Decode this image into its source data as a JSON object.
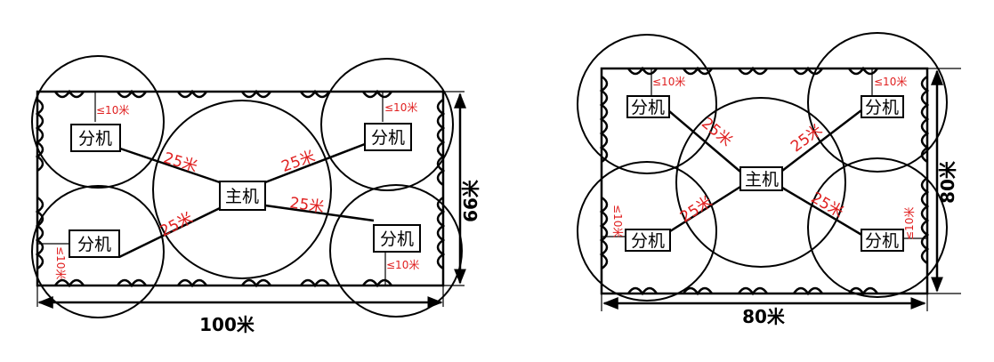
{
  "colors": {
    "line": "#000000",
    "label_red": "#e02020",
    "background": "#ffffff"
  },
  "left": {
    "host": "主机",
    "slave": "分机",
    "distance": "25米",
    "limit": "≤10米",
    "width_label": "100米",
    "height_label": "66米"
  },
  "right": {
    "host": "主机",
    "slave": "分机",
    "distance": "25米",
    "limit": "≤10米",
    "width_label": "80米",
    "height_label": "80米"
  }
}
